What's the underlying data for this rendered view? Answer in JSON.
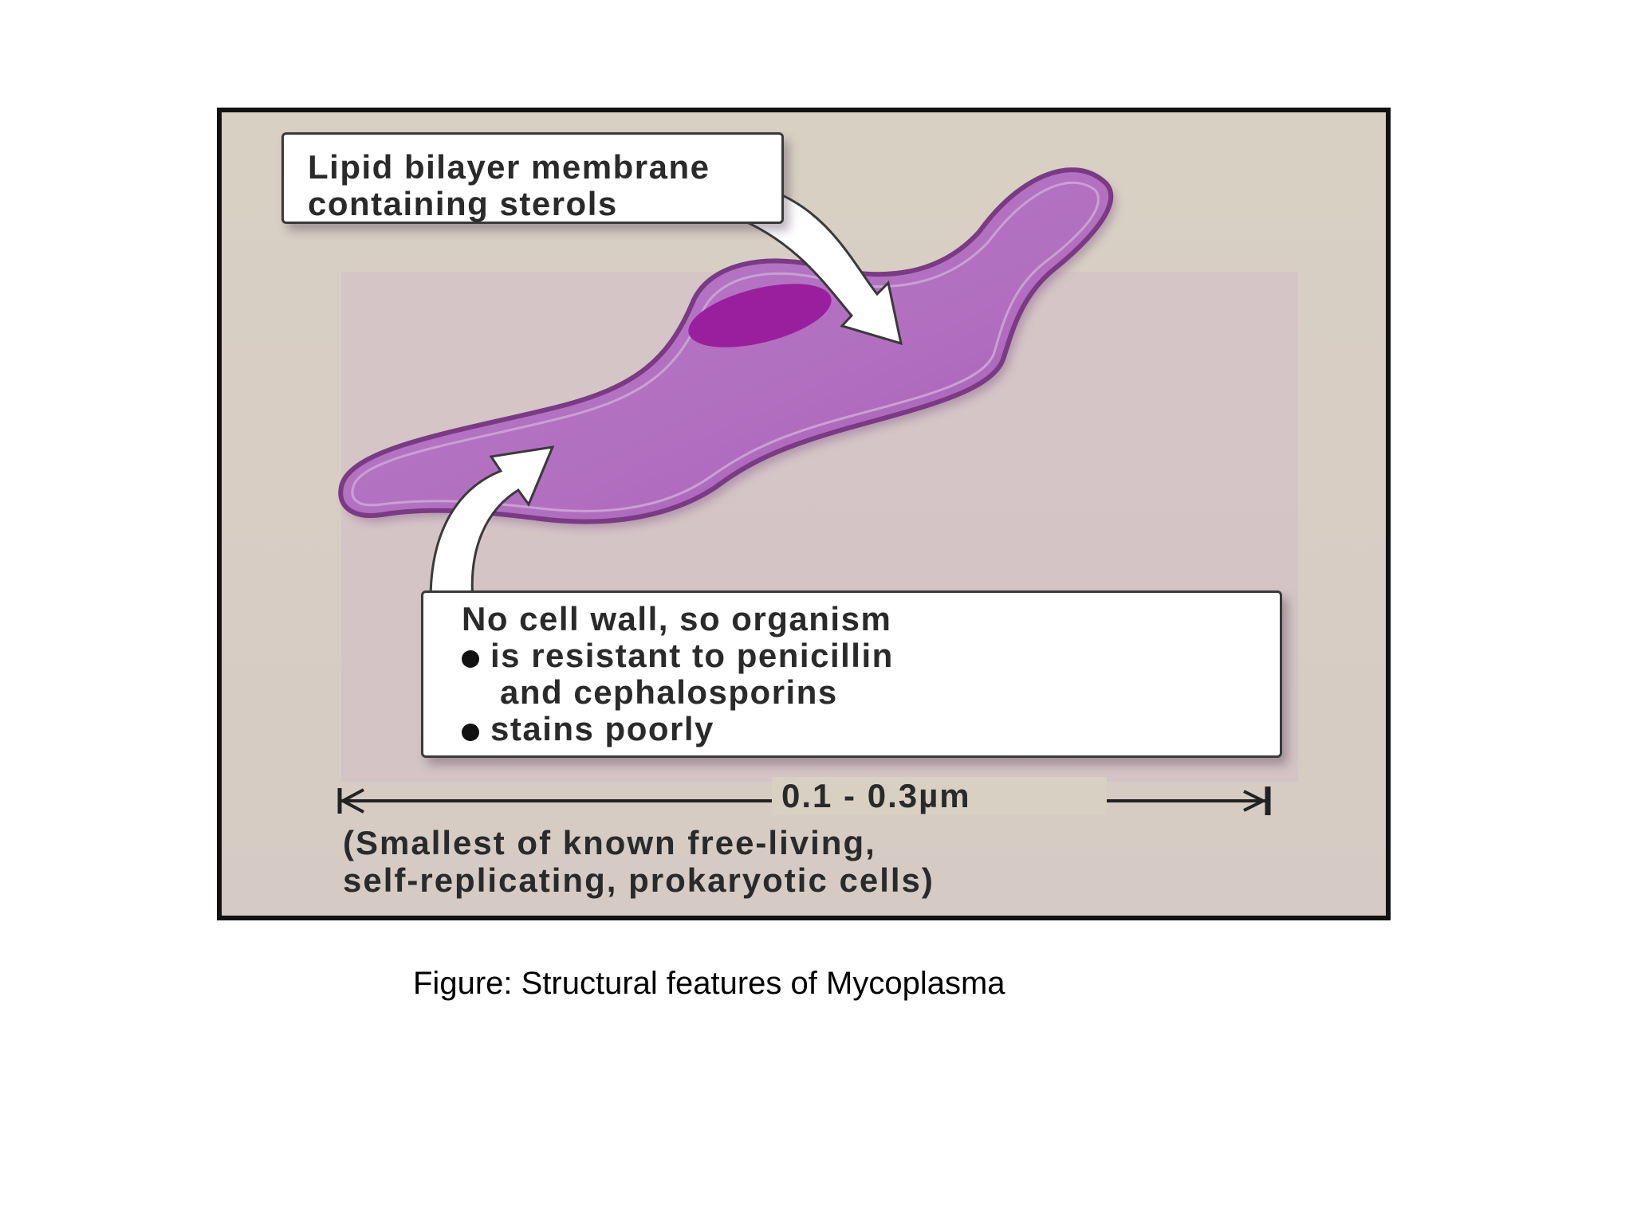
{
  "diagram": {
    "membrane_callout": {
      "lines": [
        "Lipid bilayer membrane",
        "containing sterols"
      ]
    },
    "wall_callout": {
      "heading": "No cell wall, so organism",
      "bullets": [
        [
          "is resistant to penicillin",
          "and cephalosporins"
        ],
        [
          "stains poorly"
        ]
      ]
    },
    "scale": {
      "label": "0.1 - 0.3µm",
      "note_lines": [
        "(Smallest of known free-living,",
        "self-replicating, prokaryotic cells)"
      ]
    },
    "colors": {
      "background": "#d9d0c4",
      "cell_fill": "#b26fc0",
      "cell_outline": "#7a3a84",
      "nucleoid": "#9a1f9f",
      "frame": "#111111"
    }
  },
  "caption": "Figure: Structural features of Mycoplasma"
}
